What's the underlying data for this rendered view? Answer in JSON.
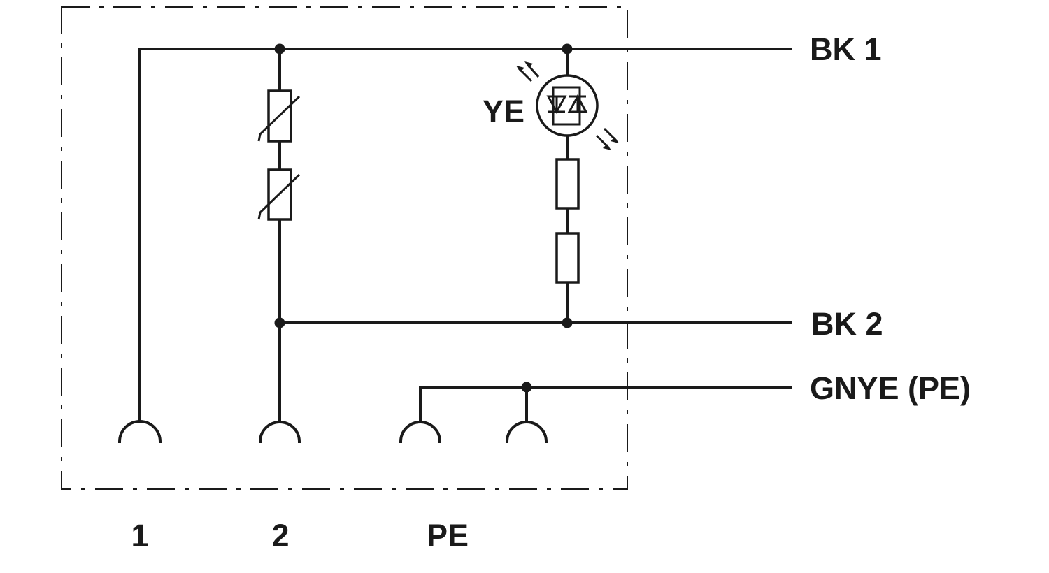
{
  "wire_labels": {
    "bk1": "BK 1",
    "bk2": "BK 2",
    "gnye": "GNYE (PE)"
  },
  "led_label": "YE",
  "pin_labels": {
    "pin1": "1",
    "pin2": "2",
    "pe": "PE"
  },
  "colors": {
    "line": "#1a1a1a",
    "background": "#ffffff"
  }
}
